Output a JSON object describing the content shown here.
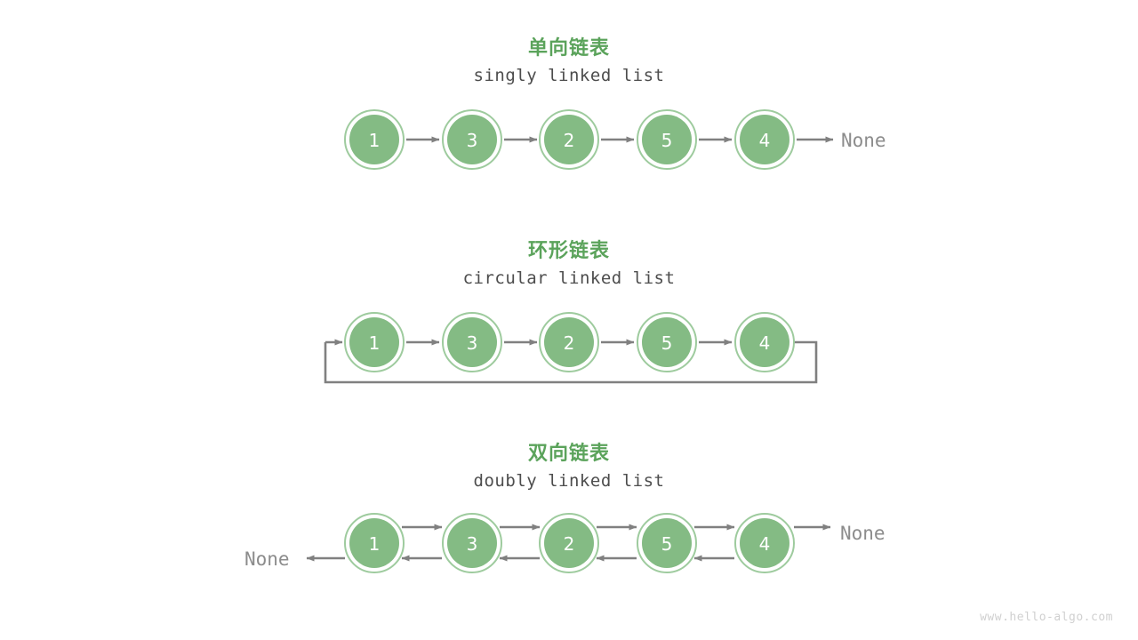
{
  "page": {
    "background": "#ffffff",
    "watermark": "www.hello-algo.com"
  },
  "colors": {
    "node_fill": "#84bb84",
    "node_ring": "#9ecb9e",
    "node_text": "#ffffff",
    "arrow": "#808080",
    "title_cn": "#5ba35b",
    "title_en": "#4d4d4d",
    "none_text": "#8c8c8c",
    "watermark": "#d0d0d0"
  },
  "sections": [
    {
      "id": "singly",
      "title_cn": "单向链表",
      "title_en": "singly linked list",
      "nodes": [
        "1",
        "3",
        "2",
        "5",
        "4"
      ],
      "tail_label": "None",
      "head_label": null,
      "has_loop_back": false,
      "bidirectional": false
    },
    {
      "id": "circular",
      "title_cn": "环形链表",
      "title_en": "circular linked list",
      "nodes": [
        "1",
        "3",
        "2",
        "5",
        "4"
      ],
      "tail_label": null,
      "head_label": null,
      "has_loop_back": true,
      "bidirectional": false
    },
    {
      "id": "doubly",
      "title_cn": "双向链表",
      "title_en": "doubly linked list",
      "nodes": [
        "1",
        "3",
        "2",
        "5",
        "4"
      ],
      "tail_label": "None",
      "head_label": "None",
      "has_loop_back": false,
      "bidirectional": true
    }
  ]
}
